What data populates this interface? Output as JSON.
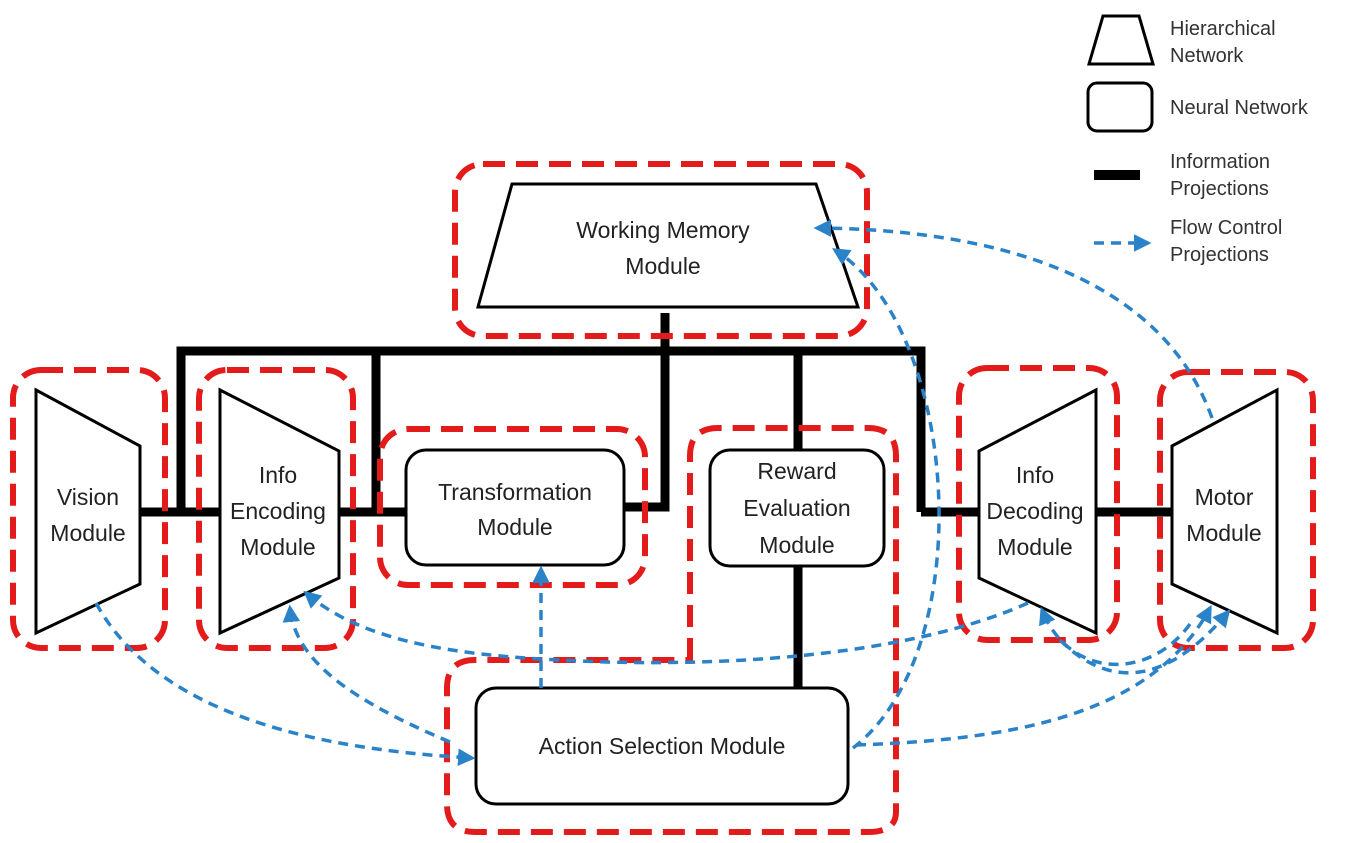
{
  "colors": {
    "module_group_outline": "#e31b1b",
    "information_projection": "#000000",
    "flow_control_projection": "#2a82c8"
  },
  "modules": {
    "working_memory": [
      "Working Memory",
      "Module"
    ],
    "vision": [
      "Vision",
      "Module"
    ],
    "info_encoding": [
      "Info",
      "Encoding",
      "Module"
    ],
    "transformation": [
      "Transformation",
      "Module"
    ],
    "reward_evaluation": [
      "Reward",
      "Evaluation",
      "Module"
    ],
    "info_decoding": [
      "Info",
      "Decoding",
      "Module"
    ],
    "motor": [
      "Motor",
      "Module"
    ],
    "action_selection": [
      "Action Selection Module"
    ]
  },
  "legend": [
    {
      "icon": "trapezoid-icon",
      "lines": [
        "Hierarchical",
        "Network"
      ]
    },
    {
      "icon": "rounded-rect-icon",
      "lines": [
        "Neural Network"
      ]
    },
    {
      "icon": "thick-line-icon",
      "lines": [
        "Information",
        "Projections"
      ]
    },
    {
      "icon": "dashed-arrow-icon",
      "lines": [
        "Flow Control",
        "Projections"
      ]
    }
  ]
}
